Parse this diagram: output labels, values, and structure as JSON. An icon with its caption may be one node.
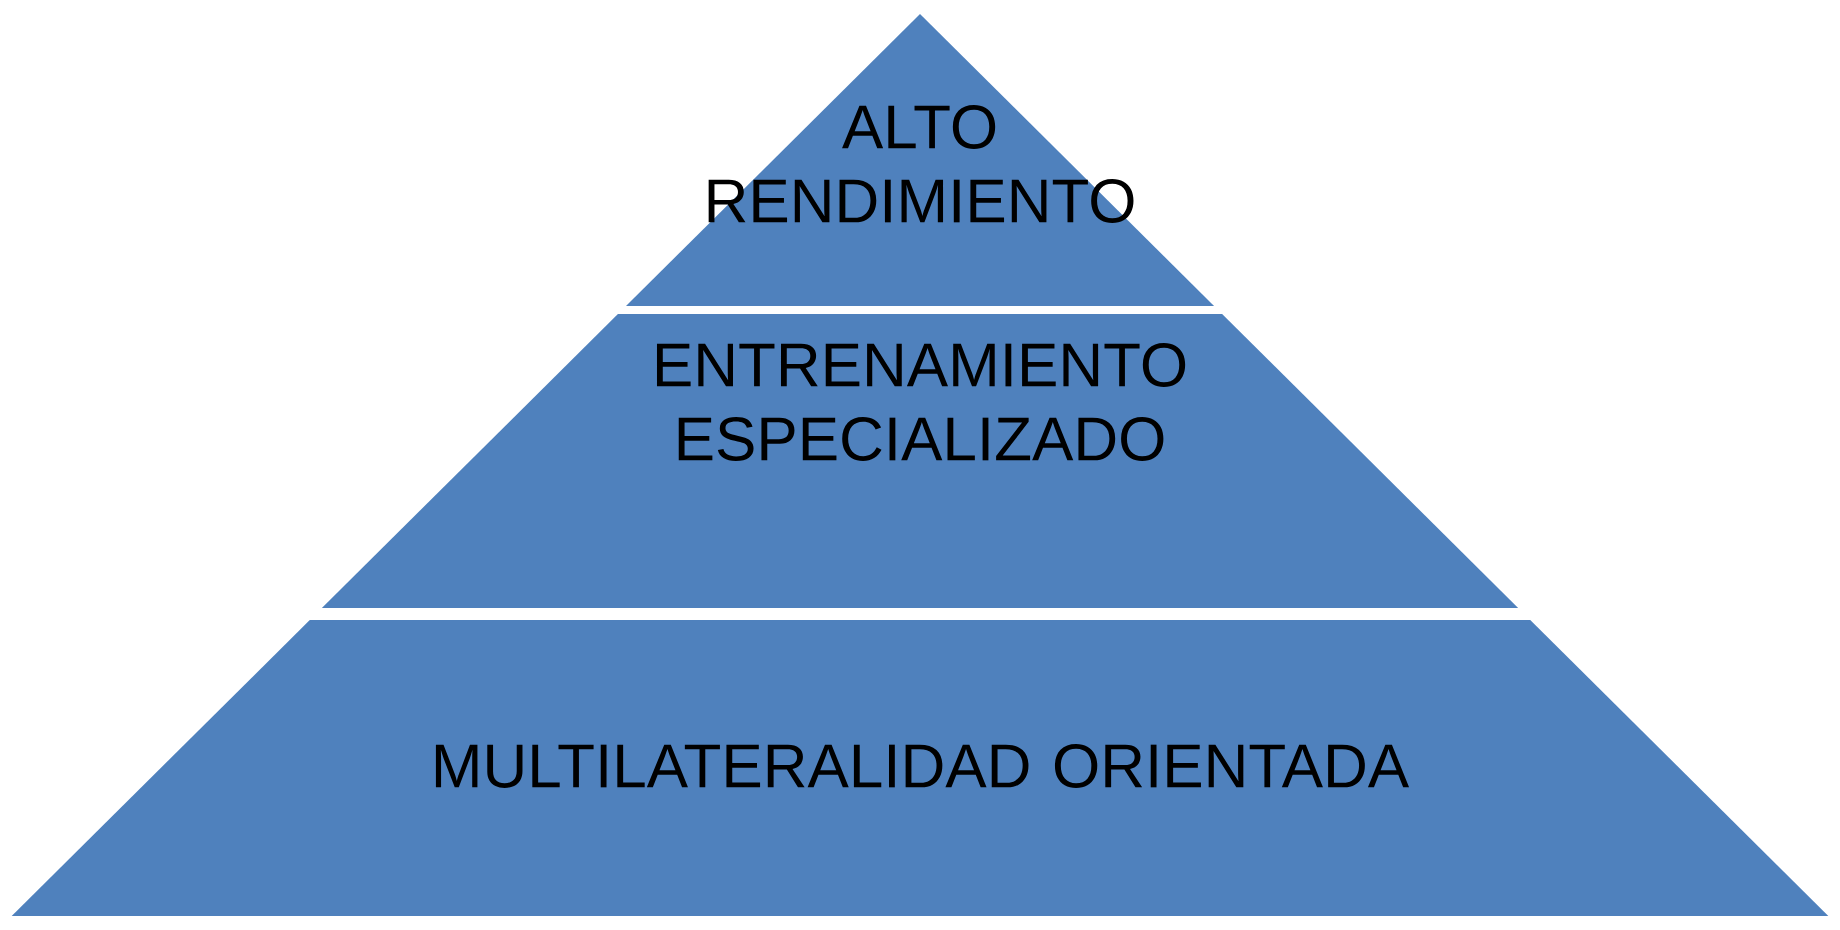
{
  "diagram": {
    "nodes": [
      {
        "text": [
          "ALTO RENDIMIENTO"
        ]
      },
      {
        "text": [
          "ENTRENAMIENTO ESPECIALIZADO"
        ]
      },
      {
        "text": [
          "MULTILATERALIDAD ORIENTADA"
        ]
      }
    ]
  }
}
